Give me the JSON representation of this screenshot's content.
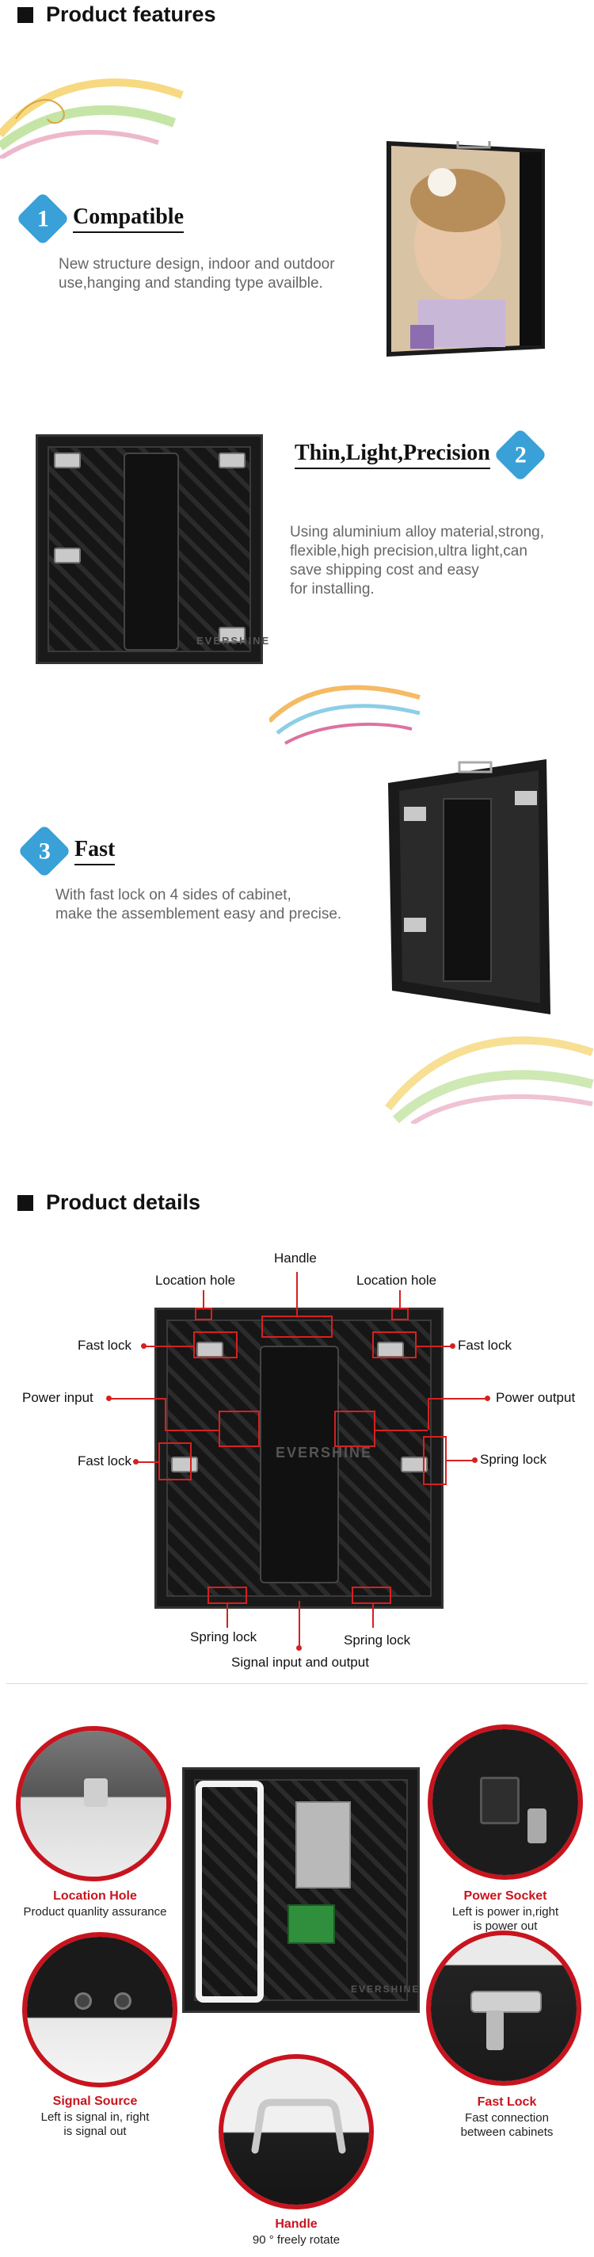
{
  "features_header": "Product features",
  "features": [
    {
      "num": "1",
      "title": "Compatible",
      "desc_lines": [
        "New structure design, indoor and outdoor",
        "use,hanging and standing type availble."
      ]
    },
    {
      "num": "2",
      "title": "Thin,Light,Precision",
      "desc_lines": [
        "Using aluminium alloy material,strong,",
        "flexible,high precision,ultra light,can",
        "save shipping cost and easy",
        "for installing."
      ]
    },
    {
      "num": "3",
      "title": "Fast",
      "desc_lines": [
        "With fast lock on 4 sides of cabinet,",
        "make the assemblement easy and precise."
      ]
    }
  ],
  "details_header": "Product details",
  "brand": "EVERSHINE",
  "callouts": {
    "handle": "Handle",
    "location_hole_left": "Location hole",
    "location_hole_right": "Location hole",
    "fast_lock_left_top": "Fast lock",
    "fast_lock_right_top": "Fast lock",
    "power_input": "Power input",
    "power_output": "Power output",
    "fast_lock_left_mid": "Fast lock",
    "spring_lock_right": "Spring lock",
    "spring_lock_bottom_left": "Spring lock",
    "spring_lock_bottom_right": "Spring lock",
    "signal_io": "Signal input and output"
  },
  "circles": [
    {
      "title": "Location Hole",
      "desc_lines": [
        "Product quanlity assurance"
      ]
    },
    {
      "title": "Power Socket",
      "desc_lines": [
        "Left is power in,right",
        "is power out"
      ]
    },
    {
      "title": "Signal Source",
      "desc_lines": [
        "Left is signal in, right",
        "is signal out"
      ]
    },
    {
      "title": "Fast Lock",
      "desc_lines": [
        "Fast connection",
        "between cabinets"
      ]
    },
    {
      "title": "Handle",
      "desc_lines": [
        "90 ° freely rotate"
      ]
    }
  ],
  "colors": {
    "accent_blue": "#3aa0d8",
    "callout_red": "#d62020",
    "circle_red": "#c8141e"
  }
}
